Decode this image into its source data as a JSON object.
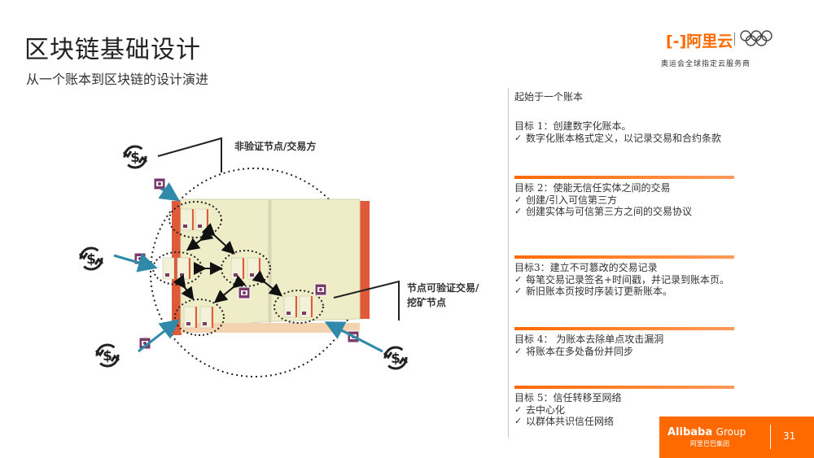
{
  "slide": {
    "title": "区块链基础设计",
    "subtitle": "从一个账本到区块链的设计演进"
  },
  "brand": {
    "logo": "[-]阿里云",
    "tagline": "奥运会全球指定云服务商"
  },
  "diagram": {
    "label_non_validating": "非验证节点/交易方",
    "label_validating_line1": "节点可验证交易/",
    "label_validating_line2": "挖矿节点"
  },
  "panel": {
    "start": "起始于一个账本",
    "goals": [
      {
        "title": "目标 1：创建数字化账本。",
        "items": [
          "数字化账本格式定义，以记录交易和合约条款"
        ]
      },
      {
        "title": "目标 2：使能无信任实体之间的交易",
        "items": [
          "创建/引入可信第三方",
          "创建实体与可信第三方之间的交易协议"
        ]
      },
      {
        "title": "目标3：建立不可篡改的交易记录",
        "items": [
          "每笔交易记录签名+时间戳，并记录到账本页。",
          "新旧账本页按时序装订更新账本。"
        ]
      },
      {
        "title": "目标 4： 为账本去除单点攻击漏洞",
        "items": [
          "将账本在多处备份并同步"
        ]
      },
      {
        "title": "目标 5：信任转移至网络",
        "items": [
          "去中心化",
          "以群体共识信任网络"
        ]
      }
    ]
  },
  "footer": {
    "company": "Alibaba",
    "group": "Group",
    "company_cn": "阿里巴巴集团",
    "page_number": "31"
  },
  "colors": {
    "accent": "#ff6a00",
    "book_page": "#eeedc8",
    "book_spine": "#e05a3a",
    "node_purple": "#7a3a6a",
    "arrow_teal": "#2e8aa8"
  }
}
